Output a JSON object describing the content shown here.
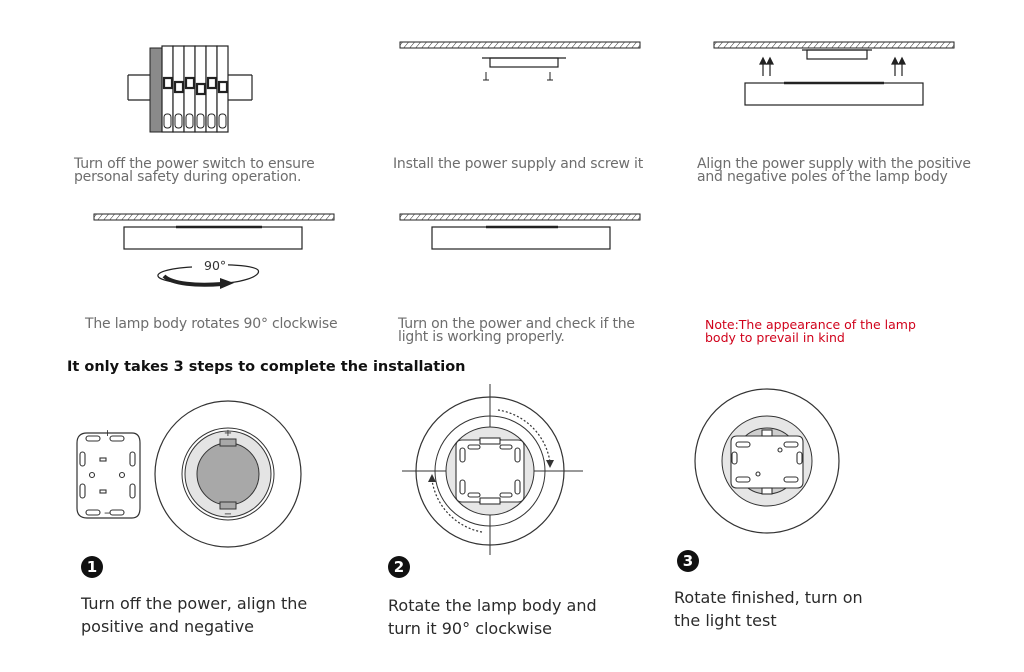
{
  "steps_top": [
    {
      "caption": "Turn off the power switch to ensure\npersonal safety during operation."
    },
    {
      "caption": "Install the power supply and screw it"
    },
    {
      "caption": "Align the power supply with the positive\nand negative poles of the lamp body"
    },
    {
      "caption": "The lamp body rotates 90° clockwise",
      "angle_label": "90°"
    },
    {
      "caption": "Turn on the power and check if the\nlight is working properly."
    }
  ],
  "note": {
    "text": "Note:The appearance of the lamp\nbody to prevail in kind",
    "color": "#d0021b"
  },
  "heading": "It only takes 3 steps to complete the installation",
  "quick_steps": [
    {
      "number": "1",
      "text": "Turn off the power, align the\npositive and negative",
      "plus": "+",
      "minus": "−"
    },
    {
      "number": "2",
      "text": "Rotate the lamp body and\nturn it 90° clockwise"
    },
    {
      "number": "3",
      "text": "Rotate finished, turn on\nthe light test"
    }
  ]
}
